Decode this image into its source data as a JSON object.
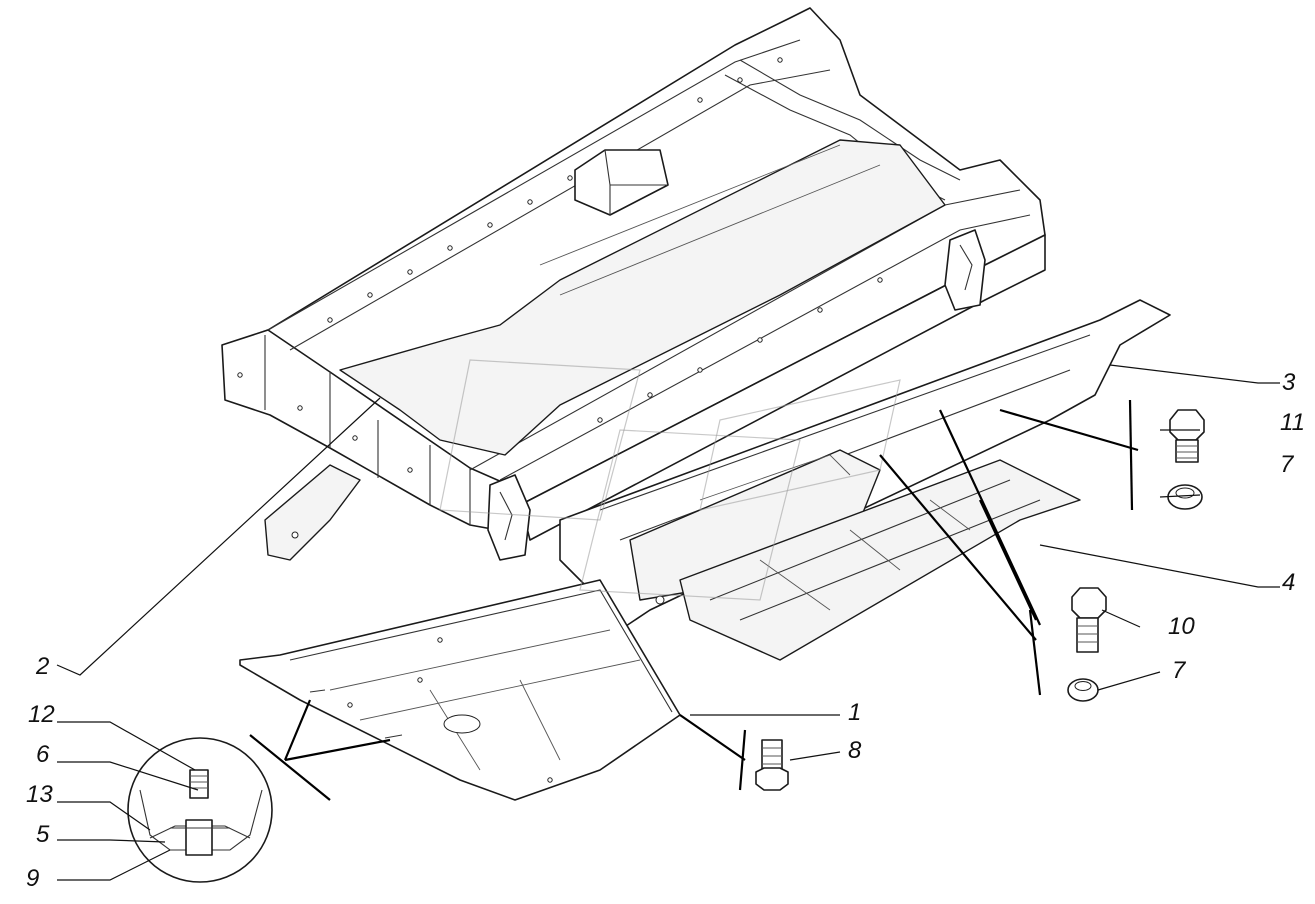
{
  "callouts": [
    {
      "id": "1",
      "label": "1"
    },
    {
      "id": "2",
      "label": "2"
    },
    {
      "id": "3",
      "label": "3"
    },
    {
      "id": "4",
      "label": "4"
    },
    {
      "id": "5",
      "label": "5"
    },
    {
      "id": "6",
      "label": "6"
    },
    {
      "id": "7a",
      "label": "7"
    },
    {
      "id": "7b",
      "label": "7"
    },
    {
      "id": "8",
      "label": "8"
    },
    {
      "id": "9",
      "label": "9"
    },
    {
      "id": "10",
      "label": "10"
    },
    {
      "id": "11",
      "label": "11"
    },
    {
      "id": "12",
      "label": "12"
    },
    {
      "id": "13",
      "label": "13"
    }
  ],
  "colors": {
    "background": "#ffffff",
    "ink": "#1a1a1a",
    "watermark": "#9a9a9a"
  }
}
